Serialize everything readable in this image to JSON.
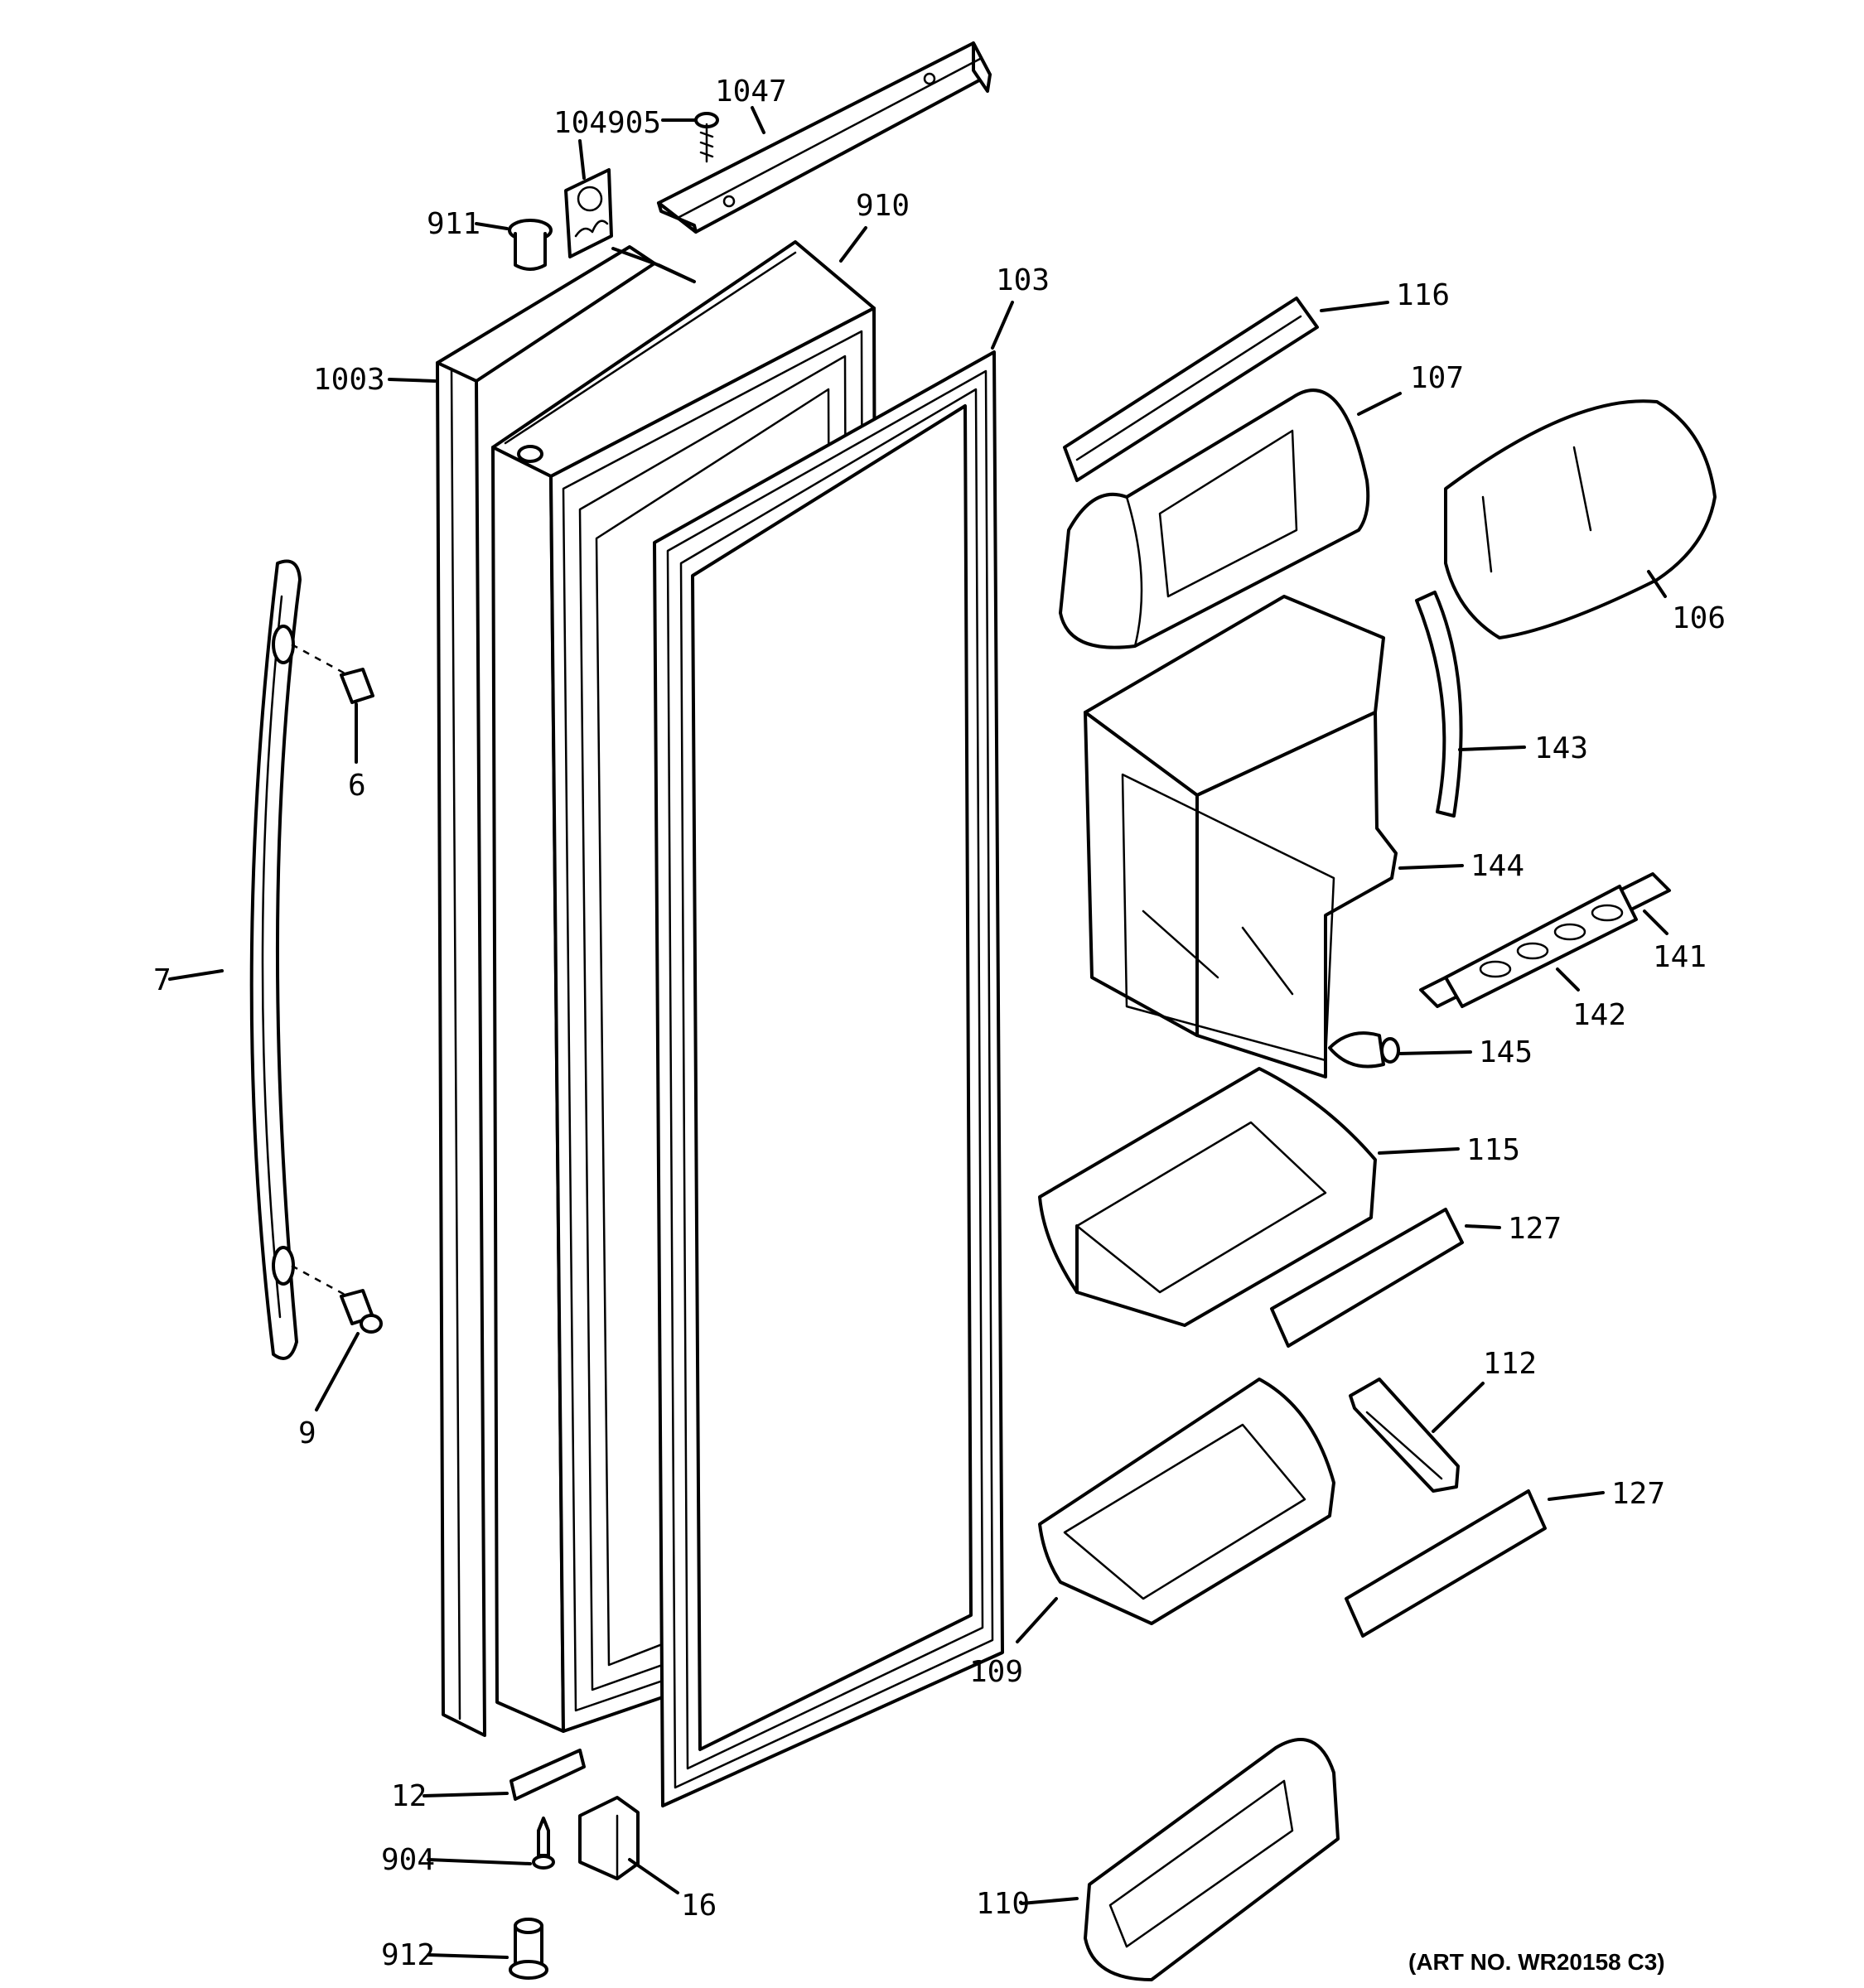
{
  "diagram": {
    "art_number": "(ART NO. WR20158 C3)",
    "callouts": {
      "c104": "104",
      "c905": "905",
      "c1047": "1047",
      "c911": "911",
      "c910": "910",
      "c103": "103",
      "c116": "116",
      "c107": "107",
      "c1003": "1003",
      "c106": "106",
      "c6": "6",
      "c143": "143",
      "c144": "144",
      "c7": "7",
      "c141": "141",
      "c142": "142",
      "c145": "145",
      "c115": "115",
      "c127a": "127",
      "c112": "112",
      "c9": "9",
      "c127b": "127",
      "c109": "109",
      "c12": "12",
      "c904": "904",
      "c16": "16",
      "c912": "912",
      "c110": "110"
    }
  }
}
